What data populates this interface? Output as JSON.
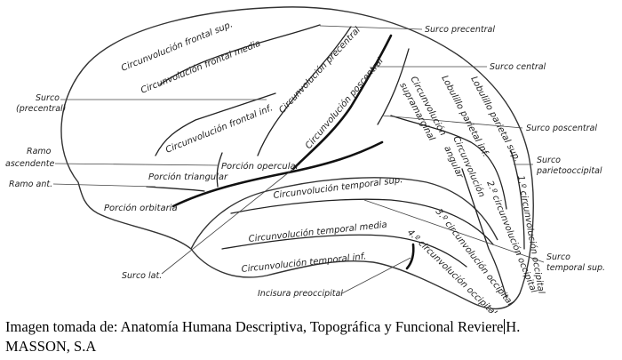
{
  "labels": {
    "surco_precentral_right": "Surco precentral",
    "surco_central": "Surco central",
    "surco_poscentral": "Surco poscentral",
    "surco_parietooccipital_1": "Surco",
    "surco_parietooccipital_2": "parietooccipital",
    "surco_temporal_sup_1": "Surco",
    "surco_temporal_sup_2": "temporal sup.",
    "incisura": "Incisura preoccipital",
    "surco_lat": "Surco lat.",
    "ramo_ant": "Ramo ant.",
    "ramo_asc_1": "Ramo",
    "ramo_asc_2": "ascendente",
    "surco_precentral_left_1": "Surco",
    "surco_precentral_left_2": "(precentral)"
  },
  "gyri": {
    "frontal_sup": "Circunvolución frontal sup.",
    "frontal_media": "Circunvolución frontal media",
    "frontal_inf": "Circunvolución frontal inf.",
    "precentral": "Circunvolución precentral",
    "poscentral": "Circunvolución poscentral",
    "supramarginal_1": "Circunvolución",
    "supramarginal_2": "supramarginal",
    "lobulillo_1": "Lobulillo parietal sup.",
    "lobulillo_2": "Lobulillo parietal inf.",
    "angular_1": "Circunvolución",
    "angular_2": "angular",
    "opercular": "Porción opercular",
    "triangular": "Porción triangular",
    "orbitaria": "Porción orbitaria",
    "temporal_sup": "Circunvolución temporal sup.",
    "temporal_media": "Circunvolución temporal media",
    "temporal_inf": "Circunvolución temporal inf.",
    "occipital_1": "1.º circunvolución occipital",
    "occipital_2": "2.º circunvolución occipital",
    "occipital_3": "3.º circunvolución occipital",
    "occipital_4": "4.º circunvolución occipital"
  },
  "caption": {
    "line1_a": "Imagen tomada de: Anatomía Humana Descriptiva, Topográfica y Funcional Reviere",
    "line1_b": "H.",
    "line2": "MASSON, S.A"
  }
}
